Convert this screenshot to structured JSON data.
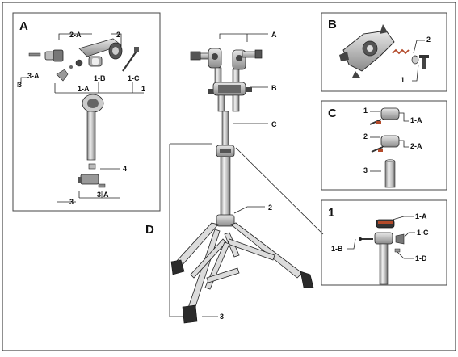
{
  "panels": {
    "A": {
      "title": "A",
      "labels": [
        "2-A",
        "2",
        "3-A",
        "3",
        "1-B",
        "1-C",
        "1-A",
        "1",
        "4",
        "3-A",
        "3"
      ]
    },
    "B": {
      "title": "B",
      "labels": [
        "2",
        "1"
      ]
    },
    "C": {
      "title": "C",
      "labels": [
        "1",
        "1-A",
        "2",
        "2-A",
        "3"
      ]
    },
    "panel1": {
      "title": "1",
      "labels": [
        "1-A",
        "1-C",
        "1-B",
        "1-D"
      ]
    },
    "D": {
      "title": "D",
      "labels": [
        "A",
        "B",
        "C",
        "2",
        "3"
      ]
    }
  },
  "colors": {
    "border": "#222222",
    "panel_border": "#444444",
    "metal_dark": "#3a3a3a",
    "metal_mid": "#9a9a9a",
    "metal_light": "#d8d8d8",
    "spring": "#b34a2a"
  }
}
